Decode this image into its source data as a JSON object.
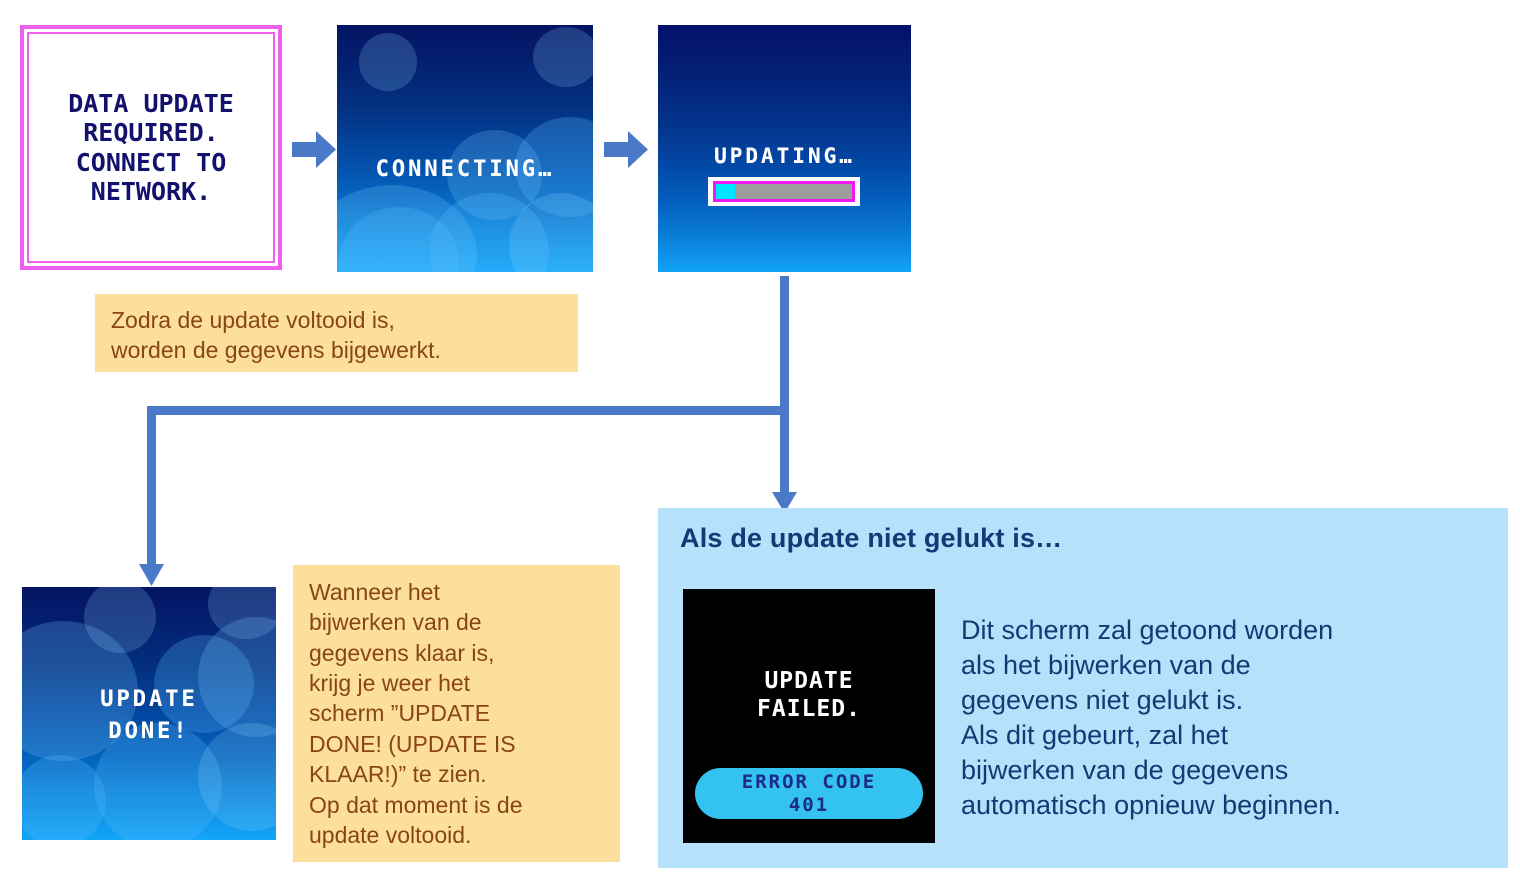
{
  "colors": {
    "arrow_blue": "#4a7ac7",
    "panel_blue": "#b5e1fb",
    "note_yellow": "#fbdf9a",
    "note_text_brown": "#8a4516",
    "panel_text_navy": "#123a74",
    "screen_border_magenta": "#ee5fee",
    "progress_fill_cyan": "#00e5ff",
    "progress_track_gray": "#9d9d9d",
    "error_pill_cyan": "#34c2f0",
    "error_pill_text_navy": "#1d2a8c",
    "pixel_text_navy": "#12126e"
  },
  "screens": {
    "network": {
      "name": "DATA UPDATE REQUIRED screen",
      "text": "DATA UPDATE\nREQUIRED.\nCONNECT  TO\nNETWORK."
    },
    "connecting": {
      "name": "CONNECTING screen",
      "text": "CONNECTING…"
    },
    "updating": {
      "name": "UPDATING screen",
      "text": "UPDATING…",
      "progress_percent": 14
    },
    "done": {
      "name": "UPDATE DONE screen",
      "text": "UPDATE\nDONE!"
    },
    "failed": {
      "name": "UPDATE FAILED screen",
      "text": "UPDATE\nFAILED.",
      "error_code_label": "ERROR CODE\n401"
    }
  },
  "notes": {
    "after_update": "Zodra de update voltooid is,\nworden de gegevens bijgewerkt.",
    "done_explanation": "Wanneer het\nbijwerken van de\ngegevens klaar is,\nkrijg je weer het\nscherm ”UPDATE\nDONE! (UPDATE IS\nKLAAR!)” te zien.\nOp dat moment is de\nupdate voltooid."
  },
  "failure_panel": {
    "title": "Als de update niet gelukt is…",
    "body": "Dit scherm zal getoond worden\nals het bijwerken van de\ngegevens niet gelukt is.\nAls dit gebeurt, zal het\nbijwerken van de gegevens\nautomatisch opnieuw beginnen."
  }
}
